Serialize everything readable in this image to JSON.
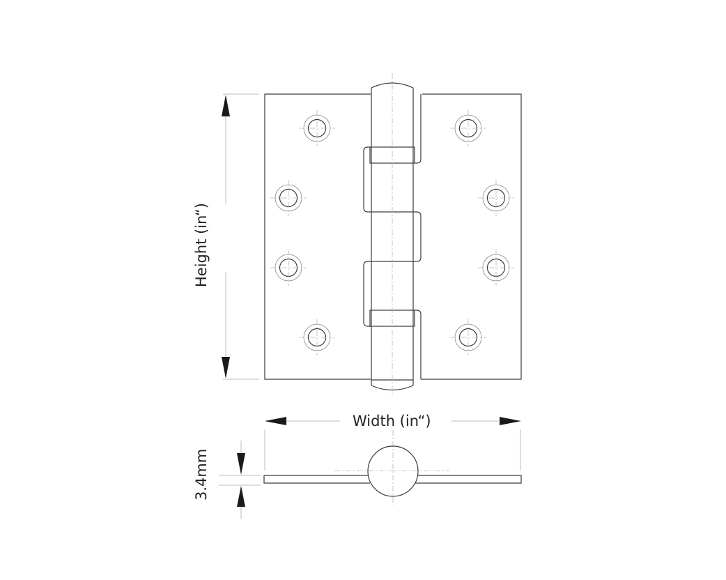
{
  "drawing": {
    "title": "Ball bearing butt hinge dimension drawing",
    "labels": {
      "height": "Height (in“)",
      "width": "Width (in“)",
      "thickness": "3.4mm"
    },
    "views": [
      "front-view",
      "plan-view"
    ],
    "colors": {
      "outline": "#3a3a3a",
      "centerline": "#b5b5b5",
      "extension": "#bdbdbd",
      "arrow": "#1a1a1a",
      "background": "#ffffff"
    },
    "screw_holes": {
      "left_leaf": 4,
      "right_leaf": 4
    }
  }
}
